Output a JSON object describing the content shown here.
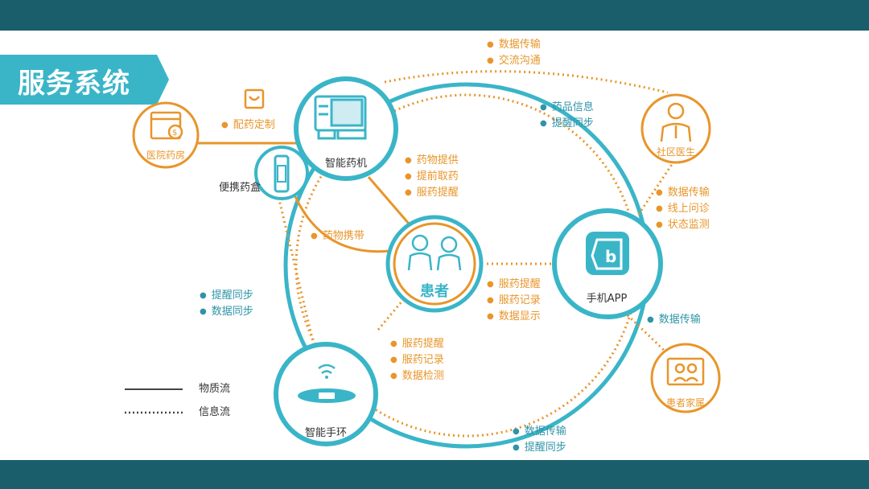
{
  "page": {
    "title": "服务系统"
  },
  "colors": {
    "teal": "#3ab5c8",
    "orange": "#e8952a",
    "dark_bar": "#1a5e6b"
  },
  "nodes": {
    "pharmacy_machine": "智能药机",
    "patient": "患者",
    "mobile_app": "手机APP",
    "wristband": "智能手环",
    "hospital_pharmacy": "医院药房",
    "pill_box": "便携药盒",
    "community_doctor": "社区医生",
    "family": "患者家属"
  },
  "flows": {
    "top": [
      "数据传输",
      "交流沟通"
    ],
    "custom_dispense": [
      "配药定制"
    ],
    "machine_to_app": [
      "药品信息",
      "提醒同步"
    ],
    "machine_to_patient": [
      "药物提供",
      "提前取药",
      "服药提醒"
    ],
    "doctor_to_app": [
      "数据传输",
      "线上问诊",
      "状态监测"
    ],
    "carry": [
      "药物携带"
    ],
    "patient_to_app": [
      "服药提醒",
      "服药记录",
      "数据显示"
    ],
    "left_sync": [
      "提醒同步",
      "数据同步"
    ],
    "wristband_to_patient": [
      "服药提醒",
      "服药记录",
      "数据检测"
    ],
    "app_to_family": [
      "数据传输"
    ],
    "bottom": [
      "数据传输",
      "提醒同步"
    ]
  },
  "legend": {
    "solid": "物质流",
    "dotted": "信息流"
  }
}
